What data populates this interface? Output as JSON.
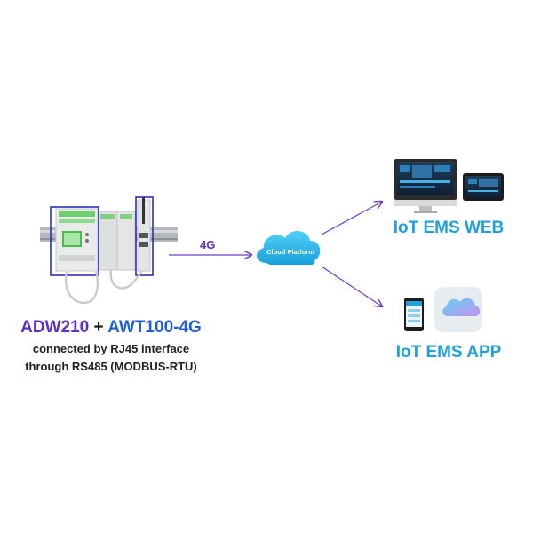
{
  "device": {
    "model_a": "ADW210",
    "plus": "+",
    "model_b": "AWT100-4G",
    "line1": "connected by RJ45 interface",
    "line2": "through RS485 (MODBUS-RTU)"
  },
  "link": {
    "label": "4G"
  },
  "cloud": {
    "label": "Cloud Platform"
  },
  "outputs": {
    "web": "IoT EMS WEB",
    "app": "IoT EMS APP"
  },
  "colors": {
    "accent_purple": "#5b2fc9",
    "accent_blue": "#1f5fd6",
    "label_cyan": "#1ea0dc",
    "arrow": "#6a3cc8"
  }
}
